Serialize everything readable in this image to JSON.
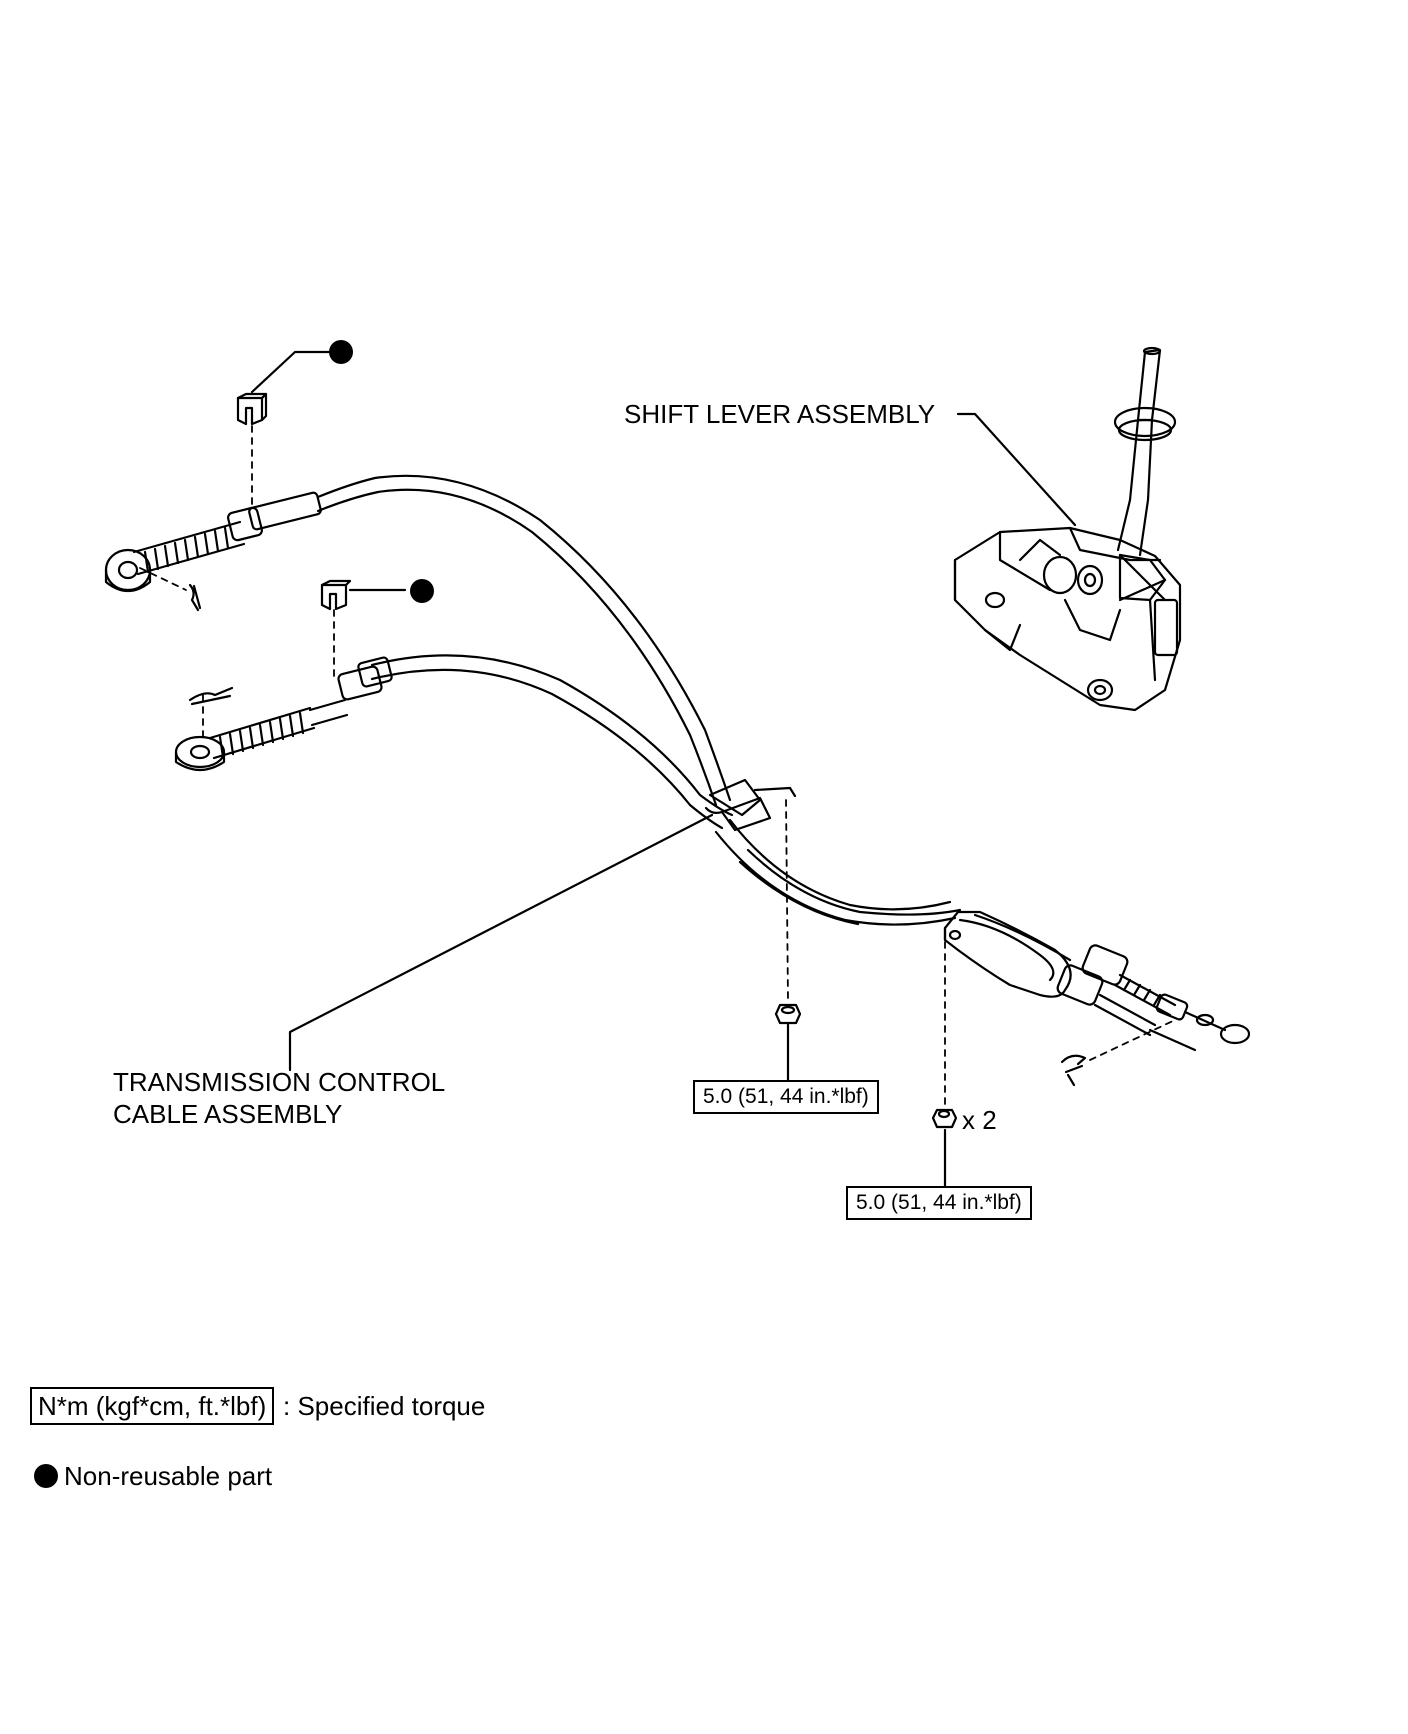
{
  "labels": {
    "shift_lever": "SHIFT LEVER ASSEMBLY",
    "cable_line1": "TRANSMISSION CONTROL",
    "cable_line2": "CABLE ASSEMBLY",
    "quantity": "x 2"
  },
  "torque_specs": [
    {
      "value": "5.0 (51, 44 in.*lbf)"
    },
    {
      "value": "5.0 (51, 44 in.*lbf)"
    }
  ],
  "legend": {
    "torque_units": "N*m (kgf*cm, ft.*lbf)",
    "torque_desc": ": Specified torque",
    "nonreusable_desc": "Non-reusable part"
  },
  "colors": {
    "ink": "#000000",
    "paper": "#ffffff"
  }
}
